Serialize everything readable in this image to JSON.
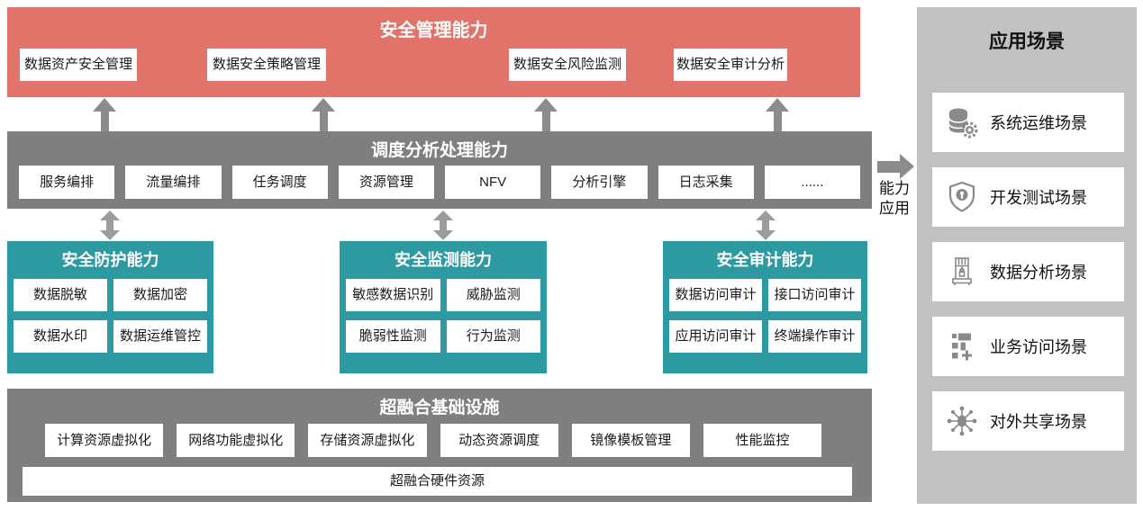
{
  "management": {
    "title": "安全管理能力",
    "items": [
      "数据资产安全管理",
      "数据安全策略管理",
      "数据安全风险监测",
      "数据安全审计分析"
    ]
  },
  "scheduling": {
    "title": "调度分析处理能力",
    "items": [
      "服务编排",
      "流量编排",
      "任务调度",
      "资源管理",
      "NFV",
      "分析引擎",
      "日志采集",
      "......"
    ]
  },
  "groups": [
    {
      "title": "安全防护能力",
      "items": [
        "数据脱敏",
        "数据加密",
        "数据水印",
        "数据运维管控"
      ]
    },
    {
      "title": "安全监测能力",
      "items": [
        "敏感数据识别",
        "威胁监测",
        "脆弱性监测",
        "行为监测"
      ]
    },
    {
      "title": "安全审计能力",
      "items": [
        "数据访问审计",
        "接口访问审计",
        "应用访问审计",
        "终端操作审计"
      ]
    }
  ],
  "infrastructure": {
    "title": "超融合基础设施",
    "items": [
      "计算资源虚拟化",
      "网络功能虚拟化",
      "存储资源虚拟化",
      "动态资源调度",
      "镜像模板管理",
      "性能监控"
    ],
    "hardware": "超融合硬件资源"
  },
  "connector": {
    "line1": "能力",
    "line2": "应用"
  },
  "application": {
    "title": "应用场景",
    "scenarios": [
      {
        "icon": "database-gear-icon",
        "label": "系统运维场景"
      },
      {
        "icon": "shield-lock-icon",
        "label": "开发测试场景"
      },
      {
        "icon": "data-analysis-icon",
        "label": "数据分析场景"
      },
      {
        "icon": "workflow-icon",
        "label": "业务访问场景"
      },
      {
        "icon": "share-network-icon",
        "label": "对外共享场景"
      }
    ]
  },
  "colors": {
    "management_bg": "#e2736a",
    "band_bg": "#7f7f7f",
    "group_bg": "#2d9aa1",
    "panel_bg": "#c1c1c1",
    "arrow": "#8c8c8c"
  }
}
